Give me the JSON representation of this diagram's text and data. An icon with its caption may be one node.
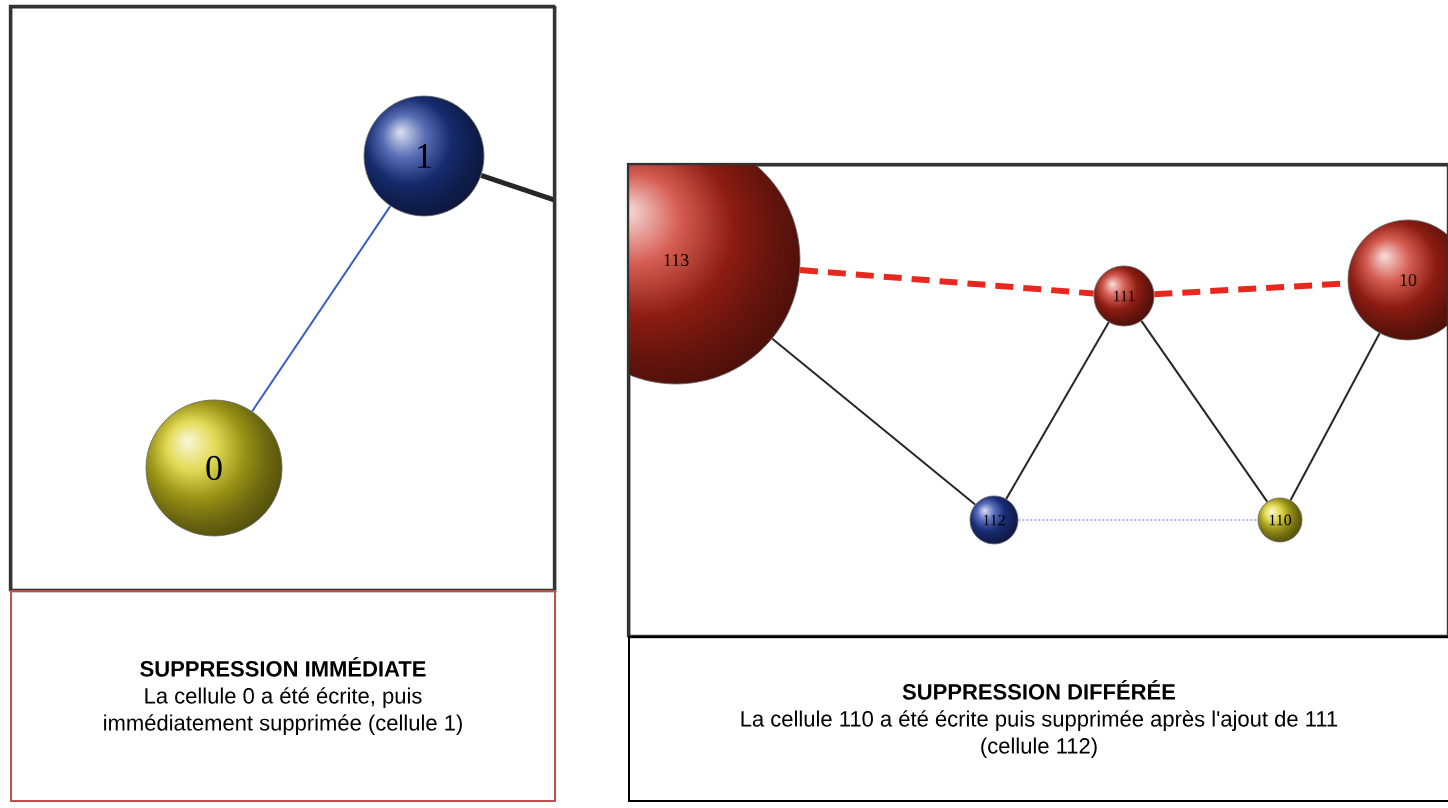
{
  "diagram": {
    "nodes": [
      {
        "text": [],
        "shape": "box"
      },
      {
        "text": [
          "1"
        ],
        "in": 0
      },
      {
        "text": [
          "0"
        ],
        "in": 0
      },
      {
        "text": [
          "SUPPRESSION IMMÉDIATE",
          "La cellule 0 a été écrite, puis immédiatement supprimée (cellule 1)"
        ]
      },
      {
        "text": [],
        "shape": "box"
      },
      {
        "text": [
          "113"
        ]
      },
      {
        "text": [
          "111"
        ],
        "in": 4
      },
      {
        "text": [
          "10"
        ]
      },
      {
        "text": [
          "112"
        ],
        "in": 4
      },
      {
        "text": [
          "110"
        ],
        "in": 4
      },
      {
        "text": [
          "SUPPRESSION DIFFÉRÉE",
          "La cellule 110 a été écrite puis supprimée après l'ajout de 111 (cellule 112)"
        ]
      }
    ],
    "edges": [
      {
        "from": 2,
        "to": 1,
        "arrow": "none",
        "color": "#3a5bc7"
      },
      {
        "from": 1,
        "to": null,
        "arrow": "none",
        "style": "thick"
      },
      {
        "from": 5,
        "to": 6,
        "arrow": "none",
        "style": "dashed",
        "color": "#e8281e"
      },
      {
        "from": 6,
        "to": 7,
        "arrow": "none",
        "style": "dashed",
        "color": "#e8281e"
      },
      {
        "from": 5,
        "to": 8,
        "arrow": "none"
      },
      {
        "from": 8,
        "to": 6,
        "arrow": "none"
      },
      {
        "from": 6,
        "to": 9,
        "arrow": "none"
      },
      {
        "from": 9,
        "to": 7,
        "arrow": "none"
      },
      {
        "from": 8,
        "to": 9,
        "arrow": "none",
        "style": "dashed",
        "color": "#b4b4ec"
      }
    ]
  }
}
